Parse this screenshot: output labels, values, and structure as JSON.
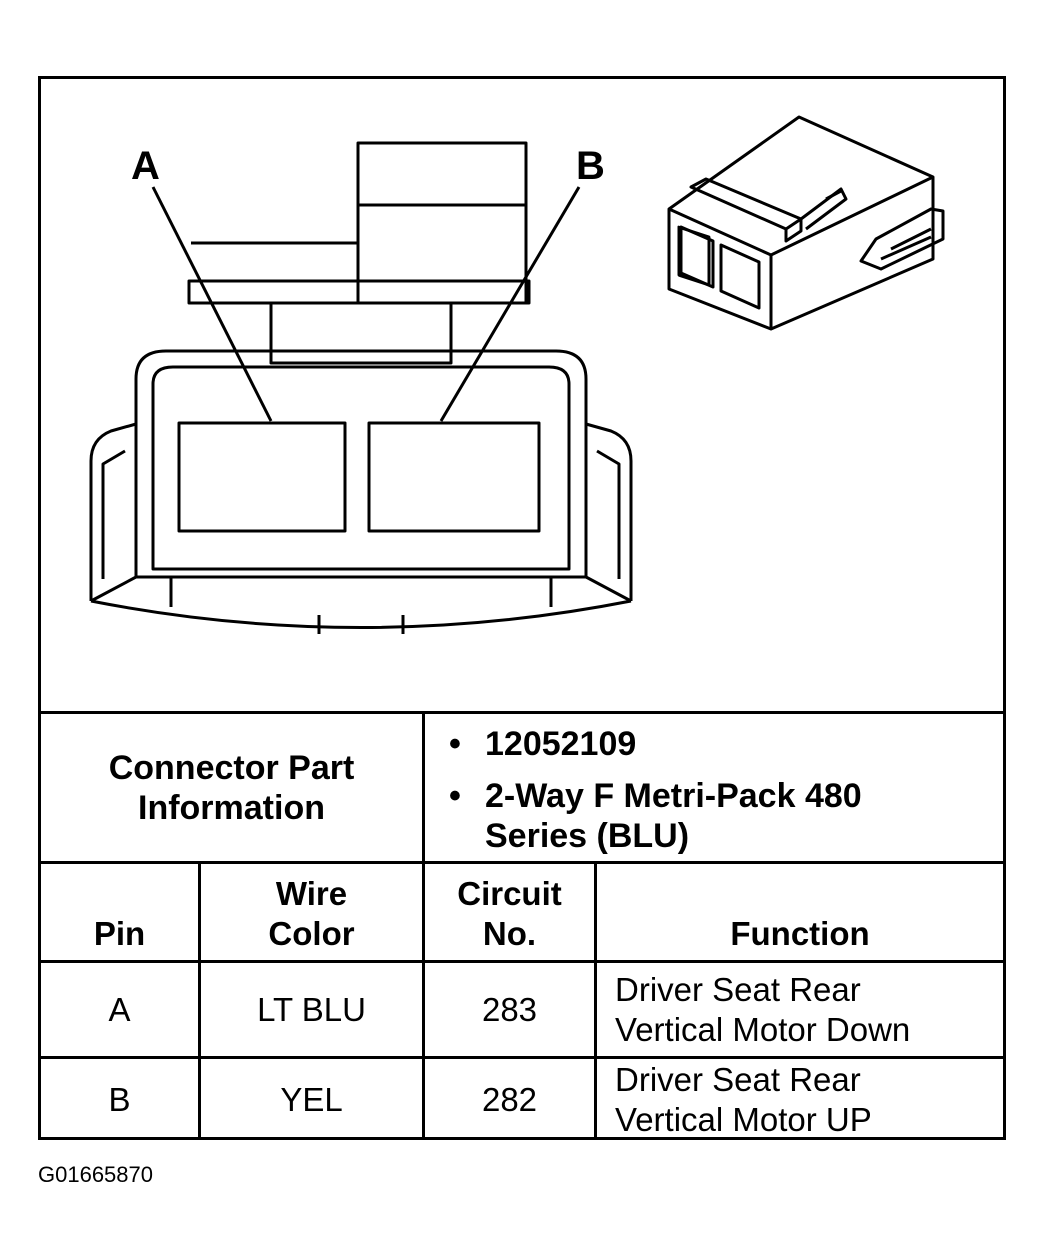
{
  "diagram": {
    "callouts": {
      "a": "A",
      "b": "B"
    },
    "line_color": "#000000"
  },
  "connector_info": {
    "label": "Connector Part Information",
    "part_number": "12052109",
    "description": "2-Way F Metri-Pack 480 Series (BLU)",
    "bullet": "•"
  },
  "pin_table": {
    "headers": {
      "pin": "Pin",
      "wire_color_line1": "Wire",
      "wire_color_line2": "Color",
      "circuit_line1": "Circuit",
      "circuit_line2": "No.",
      "function": "Function"
    },
    "rows": [
      {
        "pin": "A",
        "wire_color": "LT BLU",
        "circuit": "283",
        "function_line1": "Driver Seat Rear",
        "function_line2": "Vertical Motor Down"
      },
      {
        "pin": "B",
        "wire_color": "YEL",
        "circuit": "282",
        "function_line1": "Driver Seat Rear",
        "function_line2": "Vertical Motor UP"
      }
    ]
  },
  "figure_id": "G01665870"
}
